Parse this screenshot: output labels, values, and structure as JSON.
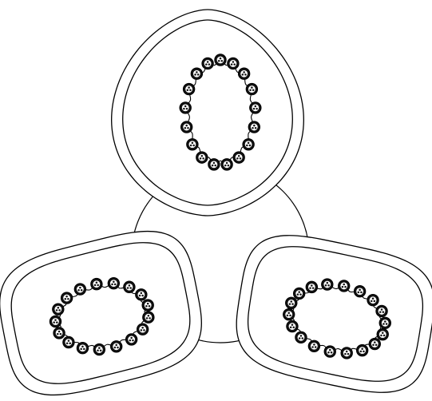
{
  "figure": {
    "background": "#ffffff",
    "stroke_color": "#000000",
    "fill_color": "#ffffff",
    "vascular_bundle_counts": [
      17,
      17,
      18
    ]
  }
}
